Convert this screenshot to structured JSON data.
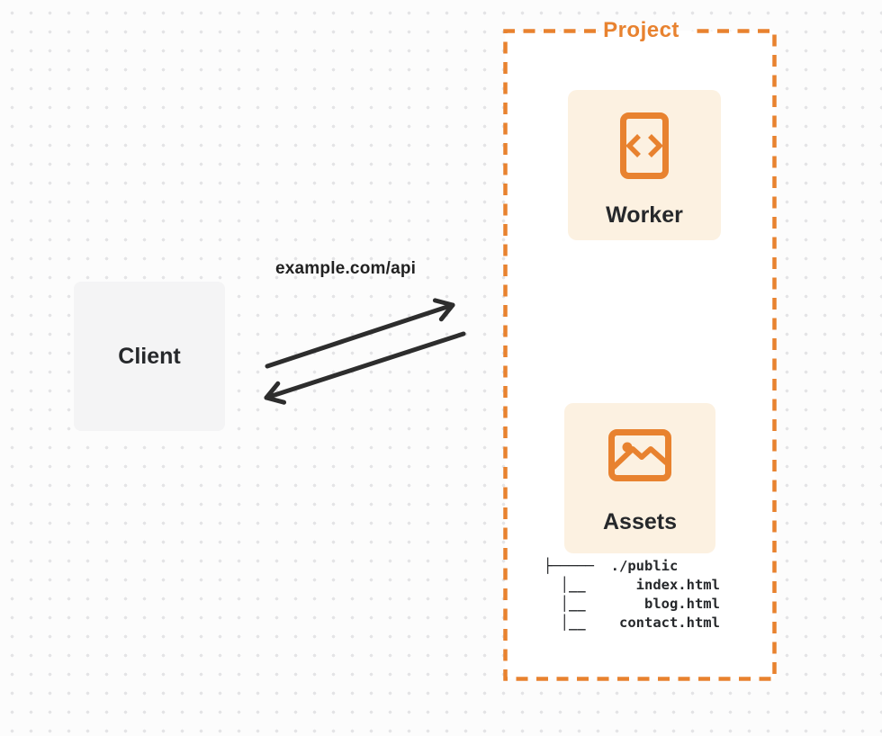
{
  "colors": {
    "accent_orange": "#E8822F",
    "card_cream": "#FCF1E1",
    "client_gray": "#F4F4F5",
    "arrow_dark": "#2D2D2D",
    "text_dark": "#26282B",
    "dot_gray": "#E4E4E6",
    "canvas_white": "#FFFFFF"
  },
  "project": {
    "label": "Project",
    "worker": {
      "label": "Worker",
      "icon": "code-file-icon"
    },
    "assets": {
      "label": "Assets",
      "icon": "image-icon"
    },
    "file_tree": {
      "root": "./public",
      "files": [
        "index.html",
        "blog.html",
        "contact.html"
      ],
      "text": "├─────  ./public\n  │__      index.html\n  │__       blog.html\n  │__    contact.html"
    }
  },
  "client": {
    "label": "Client"
  },
  "request": {
    "label": "example.com/api"
  }
}
